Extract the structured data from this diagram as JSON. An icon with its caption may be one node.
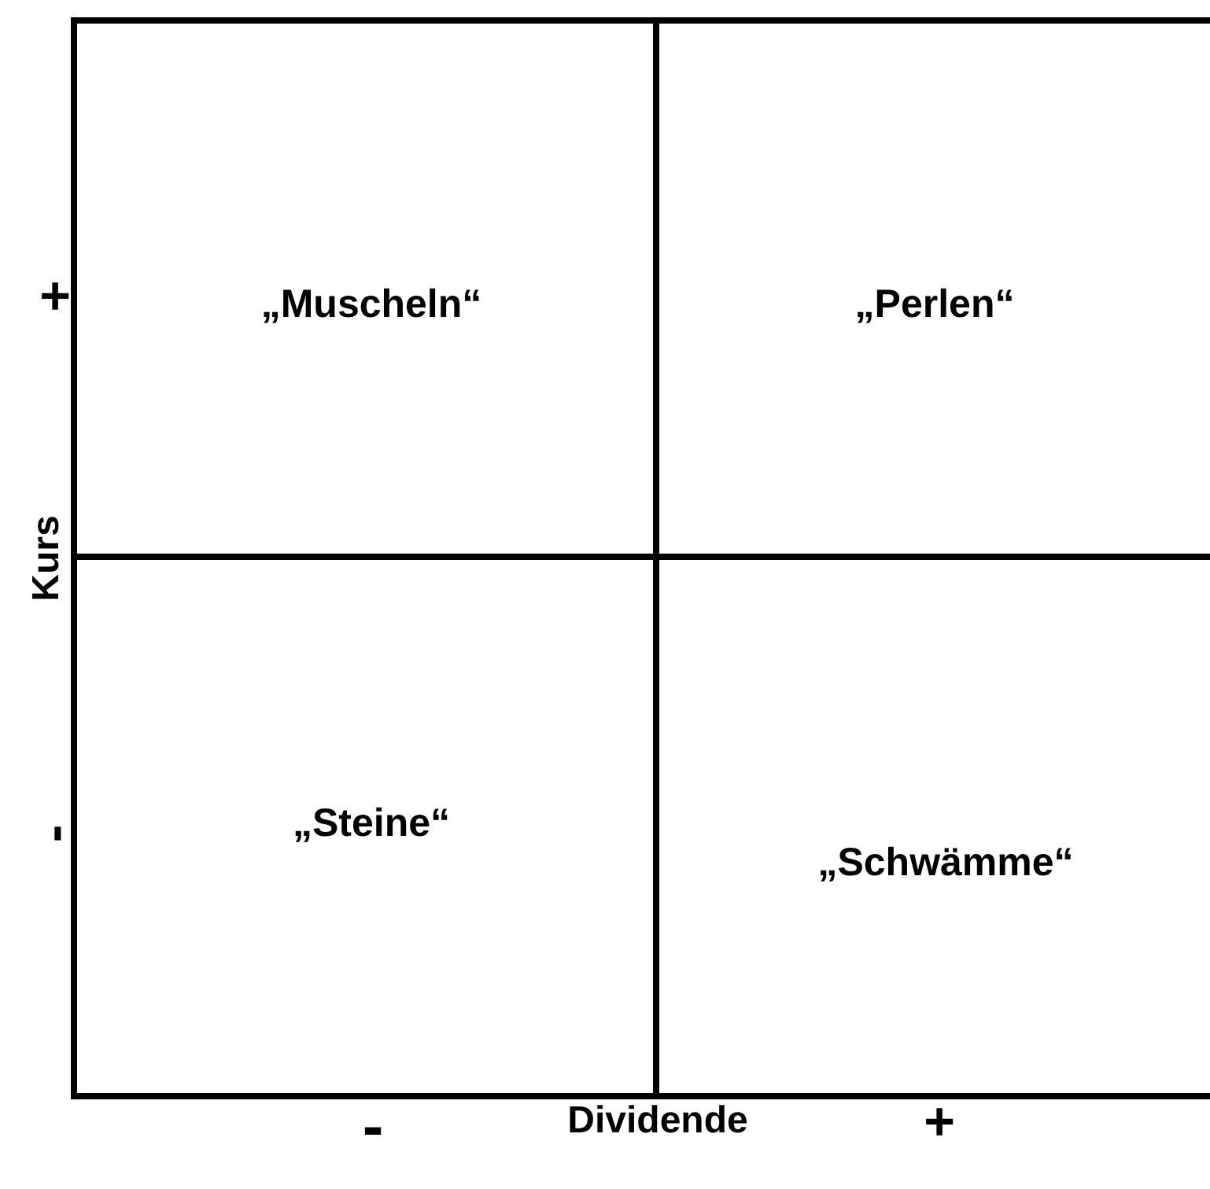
{
  "diagram": {
    "nodes": [
      {
        "text": [
          "„Muscheln“"
        ]
      },
      {
        "text": [
          "„Perlen“"
        ]
      },
      {
        "text": [
          "„Steine“"
        ]
      },
      {
        "text": [
          "„Schwämme“"
        ]
      }
    ],
    "labels": [
      "+",
      "Kurs",
      "-",
      "-",
      "Dividende",
      "+"
    ]
  }
}
